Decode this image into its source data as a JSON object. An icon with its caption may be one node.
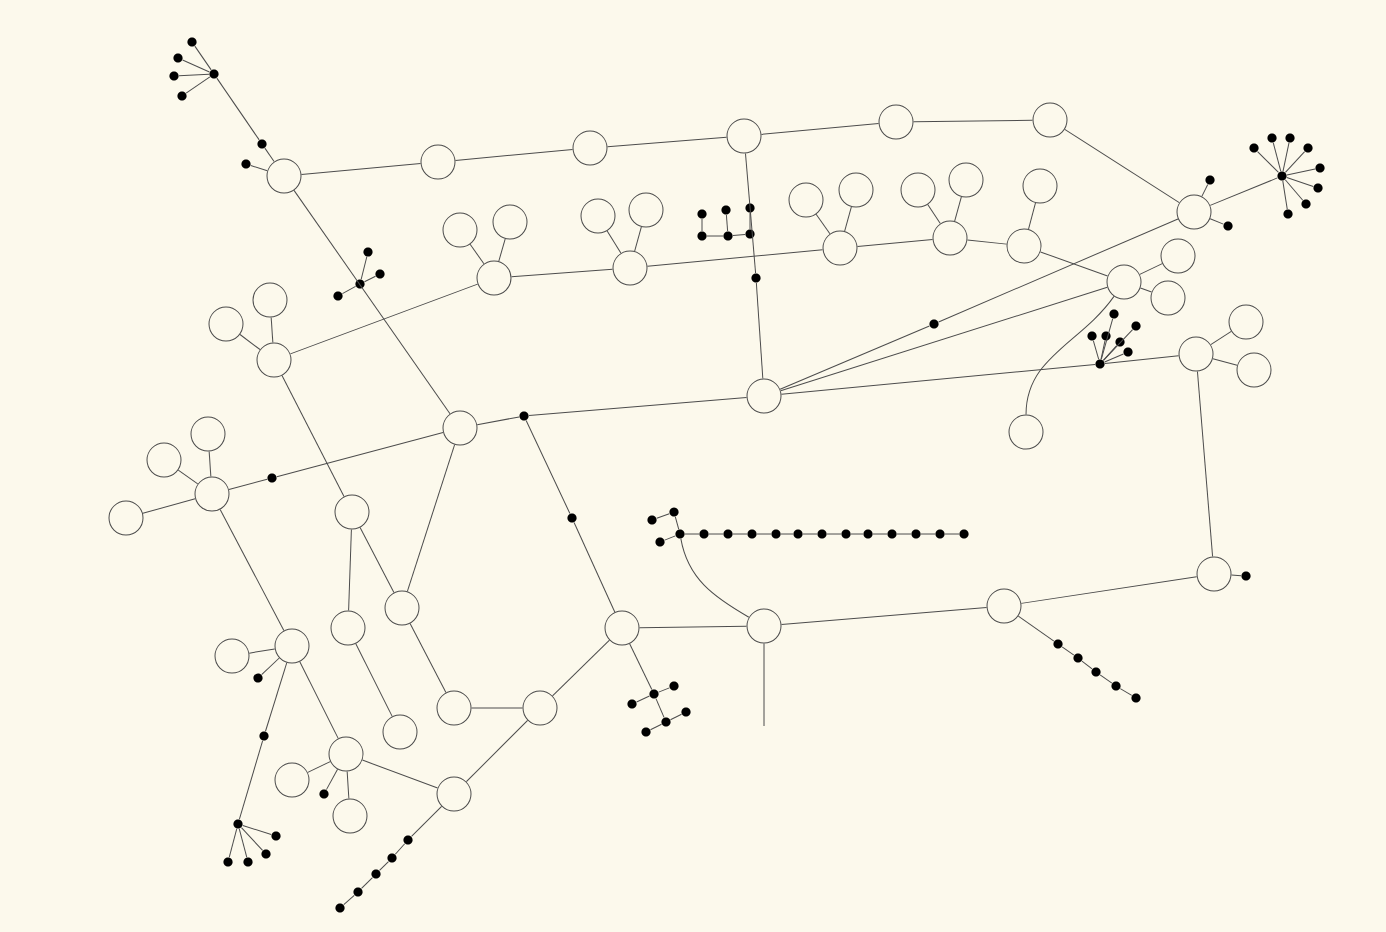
{
  "diagram": {
    "nodes": [
      {
        "text": [],
        "shape": "dot"
      },
      {
        "text": [],
        "shape": "dot"
      },
      {
        "text": [],
        "shape": "dot"
      },
      {
        "text": [],
        "shape": "dot"
      },
      {
        "text": [],
        "shape": "dot"
      },
      {
        "text": [],
        "shape": "dot"
      },
      {
        "text": [],
        "shape": "dot"
      },
      {
        "text": [],
        "shape": "circle"
      },
      {
        "text": [],
        "shape": "circle"
      },
      {
        "text": [],
        "shape": "circle"
      },
      {
        "text": [],
        "shape": "circle"
      },
      {
        "text": [],
        "shape": "circle"
      },
      {
        "text": [],
        "shape": "circle"
      },
      {
        "text": [],
        "shape": "circle"
      },
      {
        "text": [],
        "shape": "dot"
      },
      {
        "text": [],
        "shape": "dot"
      },
      {
        "text": [],
        "shape": "dot"
      },
      {
        "text": [],
        "shape": "dot"
      },
      {
        "text": [],
        "shape": "dot"
      },
      {
        "text": [],
        "shape": "dot"
      },
      {
        "text": [],
        "shape": "dot"
      },
      {
        "text": [],
        "shape": "dot"
      },
      {
        "text": [],
        "shape": "dot"
      },
      {
        "text": [],
        "shape": "dot"
      },
      {
        "text": [],
        "shape": "dot"
      },
      {
        "text": [],
        "shape": "dot"
      },
      {
        "text": [],
        "shape": "dot"
      },
      {
        "text": [],
        "shape": "dot"
      },
      {
        "text": [],
        "shape": "dot"
      },
      {
        "text": [],
        "shape": "dot"
      },
      {
        "text": [],
        "shape": "dot"
      },
      {
        "text": [],
        "shape": "dot"
      },
      {
        "text": [],
        "shape": "circle"
      },
      {
        "text": [],
        "shape": "circle"
      },
      {
        "text": [],
        "shape": "circle"
      },
      {
        "text": [],
        "shape": "circle"
      },
      {
        "text": [],
        "shape": "circle"
      },
      {
        "text": [],
        "shape": "circle"
      },
      {
        "text": [],
        "shape": "circle"
      },
      {
        "text": [],
        "shape": "dot"
      },
      {
        "text": [],
        "shape": "dot"
      },
      {
        "text": [],
        "shape": "dot"
      },
      {
        "text": [],
        "shape": "dot"
      },
      {
        "text": [],
        "shape": "circle"
      },
      {
        "text": [],
        "shape": "circle"
      },
      {
        "text": [],
        "shape": "circle"
      },
      {
        "text": [],
        "shape": "circle"
      },
      {
        "text": [],
        "shape": "circle"
      },
      {
        "text": [],
        "shape": "circle"
      },
      {
        "text": [],
        "shape": "circle"
      },
      {
        "text": [],
        "shape": "circle"
      },
      {
        "text": [],
        "shape": "circle"
      },
      {
        "text": [],
        "shape": "circle"
      },
      {
        "text": [],
        "shape": "circle"
      },
      {
        "text": [],
        "shape": "circle"
      },
      {
        "text": [],
        "shape": "circle"
      },
      {
        "text": [],
        "shape": "circle"
      },
      {
        "text": [],
        "shape": "dot"
      },
      {
        "text": [],
        "shape": "circle"
      },
      {
        "text": [],
        "shape": "dot"
      },
      {
        "text": [],
        "shape": "dot"
      },
      {
        "text": [],
        "shape": "dot"
      },
      {
        "text": [],
        "shape": "dot"
      },
      {
        "text": [],
        "shape": "dot"
      },
      {
        "text": [],
        "shape": "dot"
      },
      {
        "text": [],
        "shape": "dot"
      },
      {
        "text": [],
        "shape": "circle"
      },
      {
        "text": [],
        "shape": "circle"
      },
      {
        "text": [],
        "shape": "circle"
      },
      {
        "text": [],
        "shape": "circle"
      },
      {
        "text": [],
        "shape": "dot"
      },
      {
        "text": [],
        "shape": "dot"
      },
      {
        "text": [],
        "shape": "circle"
      },
      {
        "text": [],
        "shape": "dot"
      },
      {
        "text": [],
        "shape": "circle"
      },
      {
        "text": [],
        "shape": "circle"
      },
      {
        "text": [],
        "shape": "circle"
      },
      {
        "text": [],
        "shape": "circle"
      },
      {
        "text": [],
        "shape": "circle"
      },
      {
        "text": [],
        "shape": "circle"
      },
      {
        "text": [],
        "shape": "circle"
      },
      {
        "text": [],
        "shape": "circle"
      },
      {
        "text": [],
        "shape": "circle"
      },
      {
        "text": [],
        "shape": "circle"
      },
      {
        "text": [],
        "shape": "circle"
      },
      {
        "text": [],
        "shape": "circle"
      },
      {
        "text": [],
        "shape": "dot"
      },
      {
        "text": [],
        "shape": "dot"
      },
      {
        "text": [],
        "shape": "dot"
      },
      {
        "text": [],
        "shape": "dot"
      },
      {
        "text": [],
        "shape": "dot"
      },
      {
        "text": [],
        "shape": "dot"
      },
      {
        "text": [],
        "shape": "dot"
      },
      {
        "text": [],
        "shape": "circle"
      },
      {
        "text": [],
        "shape": "circle"
      },
      {
        "text": [],
        "shape": "dot"
      },
      {
        "text": [],
        "shape": "circle"
      },
      {
        "text": [],
        "shape": "circle"
      },
      {
        "text": [],
        "shape": "dot"
      },
      {
        "text": [],
        "shape": "dot"
      },
      {
        "text": [],
        "shape": "dot"
      },
      {
        "text": [],
        "shape": "dot"
      },
      {
        "text": [],
        "shape": "dot"
      },
      {
        "text": [],
        "shape": "circle"
      },
      {
        "text": [],
        "shape": "dot"
      },
      {
        "text": [],
        "shape": "dot"
      },
      {
        "text": [],
        "shape": "dot"
      },
      {
        "text": [],
        "shape": "dot"
      },
      {
        "text": [],
        "shape": "dot"
      },
      {
        "text": [],
        "shape": "dot"
      },
      {
        "text": [],
        "shape": "dot"
      },
      {
        "text": [],
        "shape": "circle"
      },
      {
        "text": [],
        "shape": "dot"
      },
      {
        "text": [],
        "shape": "dot"
      },
      {
        "text": [],
        "shape": "dot"
      },
      {
        "text": [],
        "shape": "dot"
      },
      {
        "text": [],
        "shape": "dot"
      },
      {
        "text": [],
        "shape": "dot"
      },
      {
        "text": [],
        "shape": "dot"
      },
      {
        "text": [],
        "shape": "dot"
      },
      {
        "text": [],
        "shape": "dot"
      },
      {
        "text": [],
        "shape": "dot"
      },
      {
        "text": [],
        "shape": "dot"
      },
      {
        "text": [],
        "shape": "dot"
      },
      {
        "text": [],
        "shape": "dot"
      },
      {
        "text": [],
        "shape": "dot"
      },
      {
        "text": [],
        "shape": "dot"
      },
      {
        "text": [],
        "shape": "dot"
      },
      {
        "text": [],
        "shape": "circle"
      },
      {
        "text": [],
        "shape": "dot"
      },
      {
        "text": [],
        "shape": "dot"
      },
      {
        "text": [],
        "shape": "dot"
      },
      {
        "text": [],
        "shape": "dot"
      },
      {
        "text": [],
        "shape": "dot"
      }
    ],
    "edges": [
      {
        "from": 0,
        "to": 1,
        "arrow": "none"
      },
      {
        "from": 0,
        "to": 2,
        "arrow": "none"
      },
      {
        "from": 0,
        "to": 3,
        "arrow": "none"
      },
      {
        "from": 0,
        "to": 4,
        "arrow": "none"
      },
      {
        "from": 0,
        "to": 5,
        "arrow": "none"
      },
      {
        "from": 5,
        "to": 7,
        "arrow": "none"
      },
      {
        "from": 6,
        "to": 7,
        "arrow": "none"
      },
      {
        "from": 7,
        "to": 8,
        "arrow": "none"
      },
      {
        "from": 8,
        "to": 9,
        "arrow": "none"
      },
      {
        "from": 9,
        "to": 10,
        "arrow": "none"
      },
      {
        "from": 10,
        "to": 11,
        "arrow": "none"
      },
      {
        "from": 11,
        "to": 12,
        "arrow": "none"
      },
      {
        "from": 12,
        "to": 13,
        "arrow": "none"
      },
      {
        "from": 13,
        "to": 14,
        "arrow": "none"
      },
      {
        "from": 13,
        "to": 15,
        "arrow": "none"
      },
      {
        "from": 13,
        "to": 16,
        "arrow": "none"
      },
      {
        "from": 16,
        "to": 17,
        "arrow": "none"
      },
      {
        "from": 16,
        "to": 18,
        "arrow": "none"
      },
      {
        "from": 16,
        "to": 19,
        "arrow": "none"
      },
      {
        "from": 16,
        "to": 20,
        "arrow": "none"
      },
      {
        "from": 16,
        "to": 21,
        "arrow": "none"
      },
      {
        "from": 16,
        "to": 22,
        "arrow": "none"
      },
      {
        "from": 16,
        "to": 23,
        "arrow": "none"
      },
      {
        "from": 16,
        "to": 24,
        "arrow": "none"
      },
      {
        "from": 25,
        "to": 26,
        "arrow": "none"
      },
      {
        "from": 27,
        "to": 28,
        "arrow": "none"
      },
      {
        "from": 29,
        "to": 30,
        "arrow": "none"
      },
      {
        "from": 26,
        "to": 28,
        "arrow": "none"
      },
      {
        "from": 28,
        "to": 30,
        "arrow": "none"
      },
      {
        "from": 10,
        "to": 31,
        "arrow": "none"
      },
      {
        "from": 31,
        "to": 32,
        "arrow": "none"
      },
      {
        "from": 33,
        "to": 34,
        "arrow": "none"
      },
      {
        "from": 33,
        "to": 35,
        "arrow": "none"
      },
      {
        "from": 33,
        "to": 36,
        "arrow": "none"
      },
      {
        "from": 36,
        "to": 37,
        "arrow": "none"
      },
      {
        "from": 36,
        "to": 38,
        "arrow": "none"
      },
      {
        "from": 39,
        "to": 40,
        "arrow": "none"
      },
      {
        "from": 39,
        "to": 41,
        "arrow": "none"
      },
      {
        "from": 39,
        "to": 42,
        "arrow": "none"
      },
      {
        "from": 43,
        "to": 44,
        "arrow": "none"
      },
      {
        "from": 43,
        "to": 45,
        "arrow": "none"
      },
      {
        "from": 36,
        "to": 43,
        "arrow": "none"
      },
      {
        "from": 43,
        "to": 46,
        "arrow": "none"
      },
      {
        "from": 46,
        "to": 47,
        "arrow": "none"
      },
      {
        "from": 46,
        "to": 48,
        "arrow": "none"
      },
      {
        "from": 46,
        "to": 49,
        "arrow": "none"
      },
      {
        "from": 49,
        "to": 50,
        "arrow": "none"
      },
      {
        "from": 49,
        "to": 51,
        "arrow": "none"
      },
      {
        "from": 49,
        "to": 52,
        "arrow": "none"
      },
      {
        "from": 52,
        "to": 53,
        "arrow": "none"
      },
      {
        "from": 52,
        "to": 54,
        "arrow": "none"
      },
      {
        "from": 54,
        "to": 55,
        "arrow": "none"
      },
      {
        "from": 54,
        "to": 56,
        "arrow": "none"
      },
      {
        "from": 32,
        "to": 57,
        "arrow": "none"
      },
      {
        "from": 57,
        "to": 13,
        "arrow": "none"
      },
      {
        "from": 32,
        "to": 54,
        "arrow": "none"
      },
      {
        "from": 54,
        "to": 58,
        "arrow": "none"
      },
      {
        "from": 32,
        "to": 59,
        "arrow": "none"
      },
      {
        "from": 59,
        "to": 60,
        "arrow": "none"
      },
      {
        "from": 59,
        "to": 61,
        "arrow": "none"
      },
      {
        "from": 59,
        "to": 62,
        "arrow": "none"
      },
      {
        "from": 59,
        "to": 63,
        "arrow": "none"
      },
      {
        "from": 59,
        "to": 64,
        "arrow": "none"
      },
      {
        "from": 59,
        "to": 65,
        "arrow": "none"
      },
      {
        "from": 59,
        "to": 66,
        "arrow": "none"
      },
      {
        "from": 66,
        "to": 67,
        "arrow": "none"
      },
      {
        "from": 66,
        "to": 68,
        "arrow": "none"
      },
      {
        "from": 66,
        "to": 69,
        "arrow": "none"
      },
      {
        "from": 69,
        "to": 70,
        "arrow": "none"
      },
      {
        "from": 32,
        "to": 71,
        "arrow": "none"
      },
      {
        "from": 71,
        "to": 72,
        "arrow": "none"
      },
      {
        "from": 7,
        "to": 72,
        "arrow": "none"
      },
      {
        "from": 72,
        "to": 73,
        "arrow": "none"
      },
      {
        "from": 73,
        "to": 74,
        "arrow": "none"
      },
      {
        "from": 74,
        "to": 75,
        "arrow": "none"
      },
      {
        "from": 74,
        "to": 76,
        "arrow": "none"
      },
      {
        "from": 74,
        "to": 77,
        "arrow": "none"
      },
      {
        "from": 33,
        "to": 78,
        "arrow": "none"
      },
      {
        "from": 78,
        "to": 79,
        "arrow": "none"
      },
      {
        "from": 78,
        "to": 80,
        "arrow": "none"
      },
      {
        "from": 72,
        "to": 80,
        "arrow": "none"
      },
      {
        "from": 80,
        "to": 81,
        "arrow": "none"
      },
      {
        "from": 81,
        "to": 82,
        "arrow": "none"
      },
      {
        "from": 79,
        "to": 83,
        "arrow": "none"
      },
      {
        "from": 74,
        "to": 84,
        "arrow": "none"
      },
      {
        "from": 84,
        "to": 85,
        "arrow": "none"
      },
      {
        "from": 84,
        "to": 86,
        "arrow": "none"
      },
      {
        "from": 84,
        "to": 87,
        "arrow": "none"
      },
      {
        "from": 87,
        "to": 88,
        "arrow": "none"
      },
      {
        "from": 88,
        "to": 89,
        "arrow": "none"
      },
      {
        "from": 88,
        "to": 90,
        "arrow": "none"
      },
      {
        "from": 88,
        "to": 91,
        "arrow": "none"
      },
      {
        "from": 88,
        "to": 92,
        "arrow": "none"
      },
      {
        "from": 84,
        "to": 93,
        "arrow": "none"
      },
      {
        "from": 93,
        "to": 94,
        "arrow": "none"
      },
      {
        "from": 93,
        "to": 95,
        "arrow": "none"
      },
      {
        "from": 93,
        "to": 96,
        "arrow": "none"
      },
      {
        "from": 93,
        "to": 97,
        "arrow": "none"
      },
      {
        "from": 97,
        "to": 98,
        "arrow": "none"
      },
      {
        "from": 98,
        "to": 99,
        "arrow": "none"
      },
      {
        "from": 99,
        "to": 100,
        "arrow": "none"
      },
      {
        "from": 100,
        "to": 101,
        "arrow": "none"
      },
      {
        "from": 101,
        "to": 102,
        "arrow": "none"
      },
      {
        "from": 97,
        "to": 82,
        "arrow": "none"
      },
      {
        "from": 82,
        "to": 103,
        "arrow": "none"
      },
      {
        "from": 71,
        "to": 104,
        "arrow": "none"
      },
      {
        "from": 104,
        "to": 103,
        "arrow": "none"
      },
      {
        "from": 103,
        "to": 105,
        "arrow": "none"
      },
      {
        "from": 105,
        "to": 106,
        "arrow": "none"
      },
      {
        "from": 105,
        "to": 107,
        "arrow": "none"
      },
      {
        "from": 105,
        "to": 108,
        "arrow": "none"
      },
      {
        "from": 108,
        "to": 109,
        "arrow": "none"
      },
      {
        "from": 108,
        "to": 110,
        "arrow": "none"
      },
      {
        "from": 103,
        "to": 111,
        "arrow": "none"
      },
      {
        "from": 111,
        "to": null,
        "arrow": "none"
      },
      {
        "from": 111,
        "to": 112,
        "arrow": "none"
      },
      {
        "from": 112,
        "to": 113,
        "arrow": "none"
      },
      {
        "from": 113,
        "to": 114,
        "arrow": "none"
      },
      {
        "from": 114,
        "to": 115,
        "arrow": "none"
      },
      {
        "from": 115,
        "to": 116,
        "arrow": "none"
      },
      {
        "from": 116,
        "to": 117,
        "arrow": "none"
      },
      {
        "from": 117,
        "to": 118,
        "arrow": "none"
      },
      {
        "from": 118,
        "to": 119,
        "arrow": "none"
      },
      {
        "from": 119,
        "to": 120,
        "arrow": "none"
      },
      {
        "from": 120,
        "to": 121,
        "arrow": "none"
      },
      {
        "from": 121,
        "to": 122,
        "arrow": "none"
      },
      {
        "from": 122,
        "to": 123,
        "arrow": "none"
      },
      {
        "from": 123,
        "to": 124,
        "arrow": "none"
      },
      {
        "from": 112,
        "to": 125,
        "arrow": "none"
      },
      {
        "from": 112,
        "to": 126,
        "arrow": "none"
      },
      {
        "from": 126,
        "to": 127,
        "arrow": "none"
      },
      {
        "from": 111,
        "to": 128,
        "arrow": "none"
      },
      {
        "from": 128,
        "to": 69,
        "arrow": "none"
      },
      {
        "from": 128,
        "to": 129,
        "arrow": "none"
      },
      {
        "from": 129,
        "to": 130,
        "arrow": "none"
      },
      {
        "from": 130,
        "to": 131,
        "arrow": "none"
      },
      {
        "from": 131,
        "to": 132,
        "arrow": "none"
      },
      {
        "from": 132,
        "to": 133,
        "arrow": "none"
      }
    ]
  }
}
